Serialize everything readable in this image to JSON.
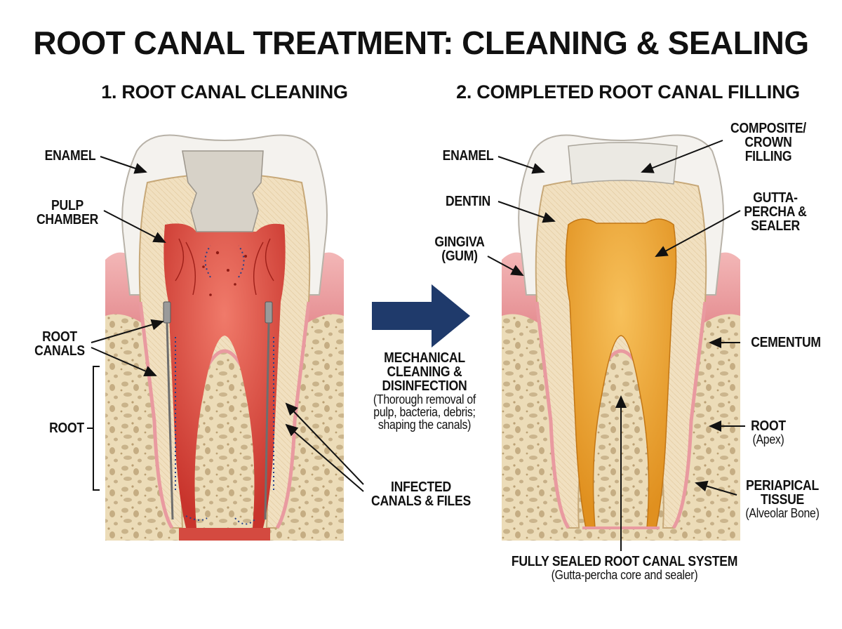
{
  "title": "ROOT CANAL TREATMENT: CLEANING & SEALING",
  "panels": {
    "left": {
      "heading": "1. ROOT CANAL CLEANING"
    },
    "right": {
      "heading": "2. COMPLETED ROOT CANAL FILLING"
    }
  },
  "left_labels": {
    "enamel": "ENAMEL",
    "pulp_chamber": [
      "PULP",
      "CHAMBER"
    ],
    "root_canals": [
      "ROOT",
      "CANALS"
    ],
    "root": "ROOT",
    "infected": [
      "INFECTED",
      "CANALS & FILES"
    ]
  },
  "middle": {
    "lines": [
      "MECHANICAL",
      "CLEANING &",
      "DISINFECTION"
    ],
    "note": [
      "(Thorough removal of",
      "pulp, bacteria, debris;",
      "shaping the canals)"
    ]
  },
  "right_labels": {
    "enamel": "ENAMEL",
    "dentin": "DENTIN",
    "gingiva": [
      "GINGIVA",
      "(GUM)"
    ],
    "composite": [
      "COMPOSITE/",
      "CROWN",
      "FILLING"
    ],
    "gutta": [
      "GUTTA-",
      "PERCHA &",
      "SEALER"
    ],
    "cementum": "CEMENTUM",
    "root": "ROOT",
    "root_note": "(Apex)",
    "periapical": [
      "PERIAPICAL",
      "TISSUE"
    ],
    "periapical_note": "(Alveolar Bone)",
    "sealed": "FULLY SEALED ROOT CANAL SYSTEM",
    "sealed_note": "(Gutta-percha core and sealer)"
  },
  "colors": {
    "enamel": "#f4f2ee",
    "dentin": "#f0dfbf",
    "bone": "#ecdcb8",
    "gum": "#eaa2a4",
    "pulp_infected": "#d8453b",
    "gutta_percha": "#eda53a",
    "arrow": "#1f3a6b"
  },
  "icons": [
    "process-arrow-icon",
    "endodontic-file-icon"
  ]
}
